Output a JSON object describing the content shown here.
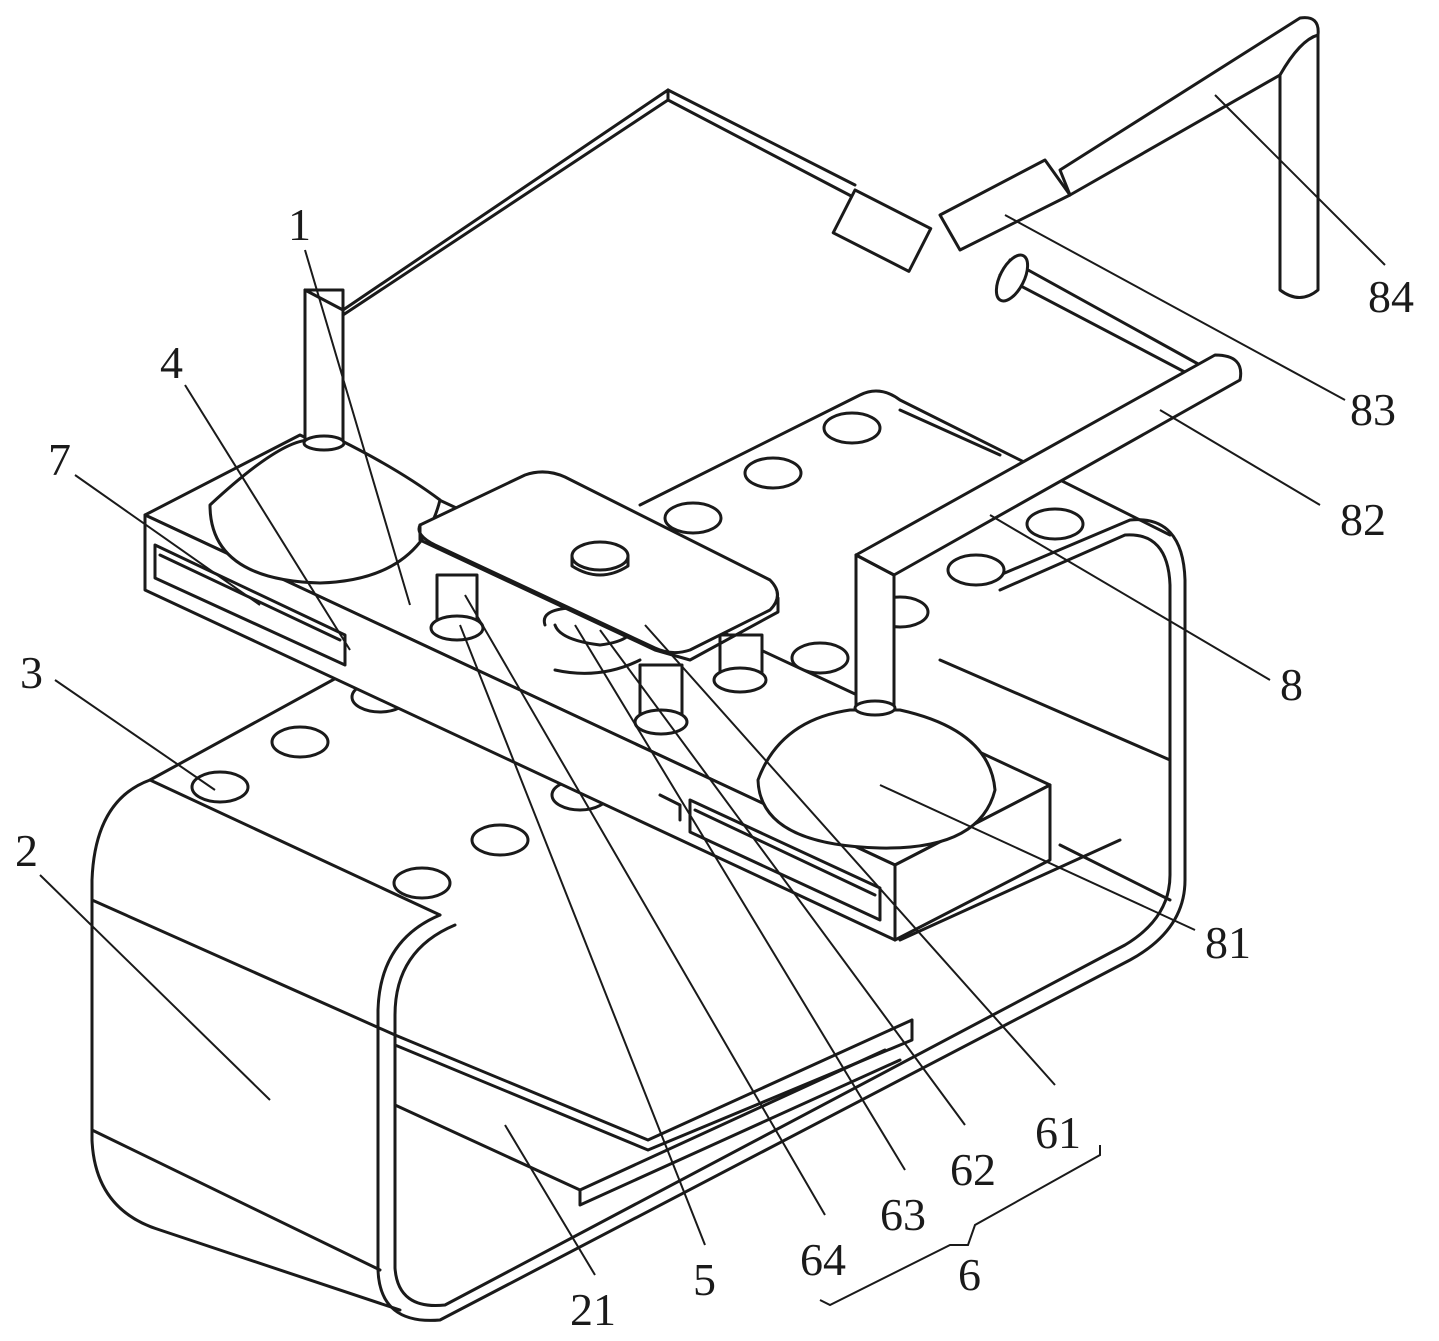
{
  "labels": {
    "l1": "1",
    "l2": "2",
    "l21": "21",
    "l3": "3",
    "l4": "4",
    "l5": "5",
    "l6": "6",
    "l61": "61",
    "l62": "62",
    "l63": "63",
    "l64": "64",
    "l7": "7",
    "l8": "8",
    "l81": "81",
    "l82": "82",
    "l83": "83",
    "l84": "84"
  }
}
